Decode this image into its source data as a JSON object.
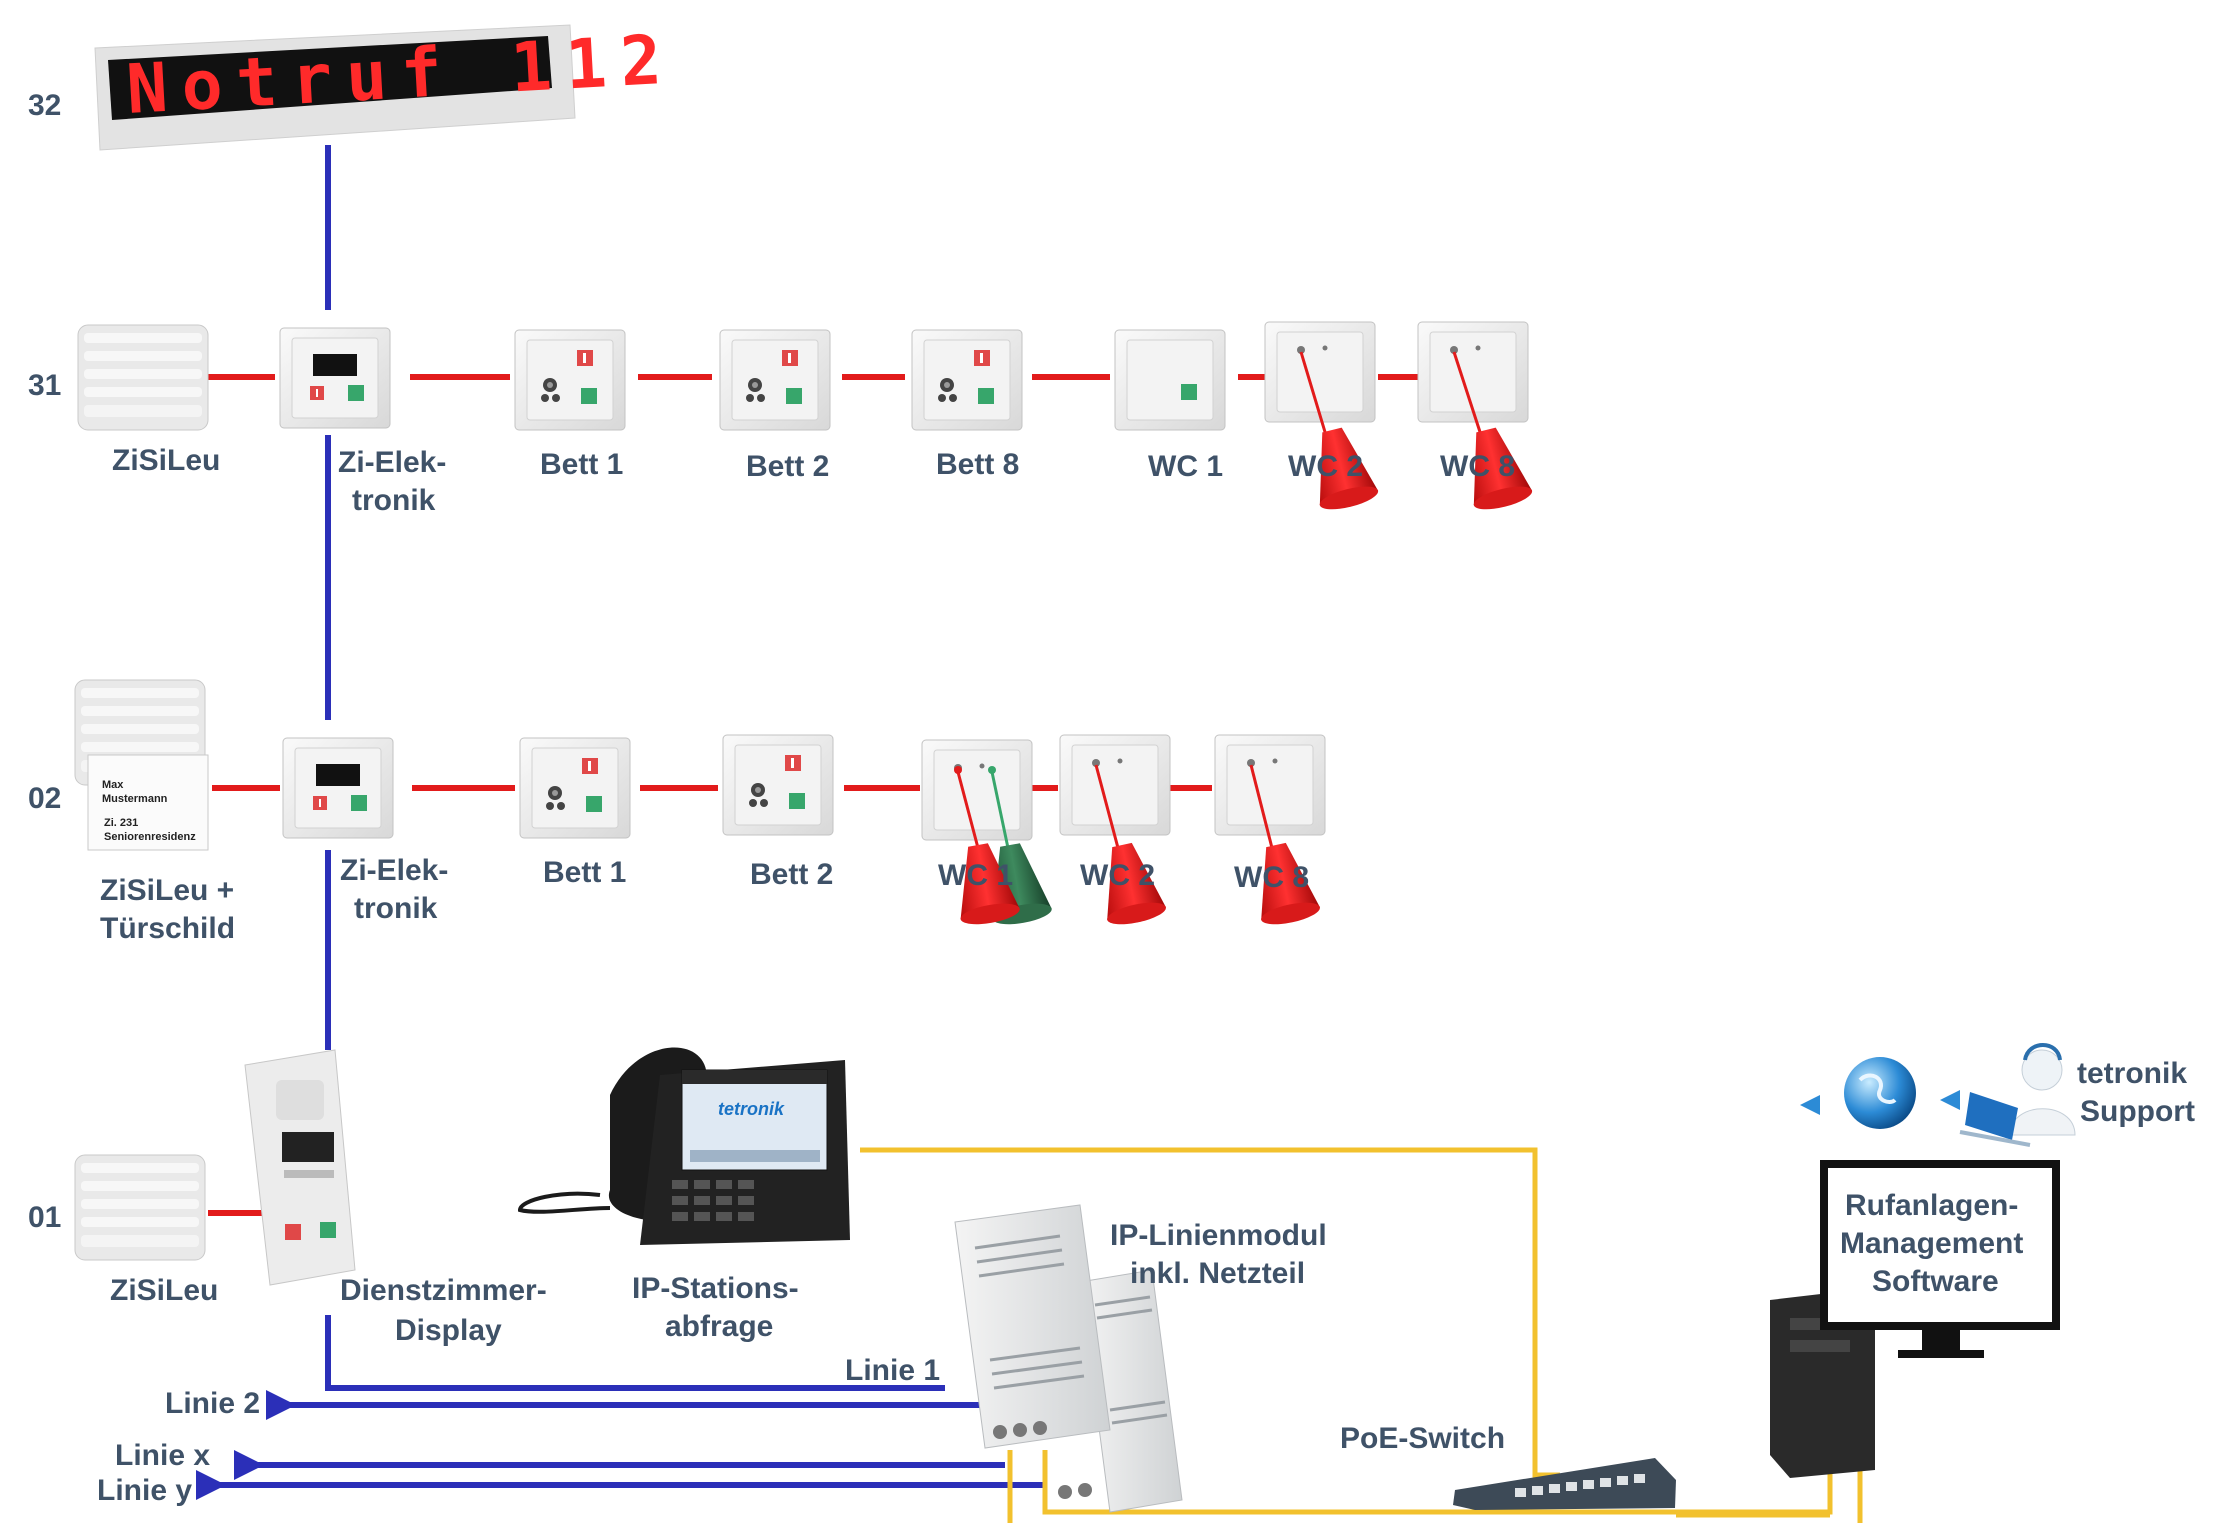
{
  "display": {
    "text": "Notruf 112"
  },
  "levels": {
    "top": "32",
    "upper": "31",
    "middle": "02",
    "bottom": "01"
  },
  "row31": {
    "zisileu": "ZiSiLeu",
    "zi_elek": [
      "Zi-Elek-",
      "tronik"
    ],
    "bett1": "Bett 1",
    "bett2": "Bett 2",
    "bett8": "Bett 8",
    "wc1": "WC 1",
    "wc2": "WC 2",
    "wc8": "WC 8"
  },
  "row02": {
    "zisileu": [
      "ZiSiLeu +",
      "Türschild"
    ],
    "doorplate": [
      "Max",
      "Mustermann",
      "Zi. 231",
      "Seniorenresidenz"
    ],
    "zi_elek": [
      "Zi-Elek-",
      "tronik"
    ],
    "bett1": "Bett 1",
    "bett2": "Bett 2",
    "wc1": "WC 1",
    "wc2": "WC 2",
    "wc8": "WC 8"
  },
  "row01": {
    "zisileu": "ZiSiLeu",
    "dienstzimmer": [
      "Dienstzimmer-",
      "Display"
    ],
    "ip_station": [
      "IP-Stations-",
      "abfrage"
    ],
    "ip_module": [
      "IP-Linienmodul",
      "inkl. Netzteil"
    ],
    "software": [
      "Rufanlagen-",
      "Management",
      "Software"
    ],
    "support": [
      "tetronik",
      "Support"
    ],
    "poe_switch": "PoE-Switch",
    "linie1": "Linie 1",
    "linie2": "Linie 2",
    "linie_x": "Linie x",
    "linie_y": "Linie y",
    "phone_brand": "tetronik"
  },
  "colors": {
    "bus_blue": "#2b2fb8",
    "room_red": "#e21b1b",
    "ethernet_yellow": "#f2c12e",
    "label": "#3f5268"
  }
}
